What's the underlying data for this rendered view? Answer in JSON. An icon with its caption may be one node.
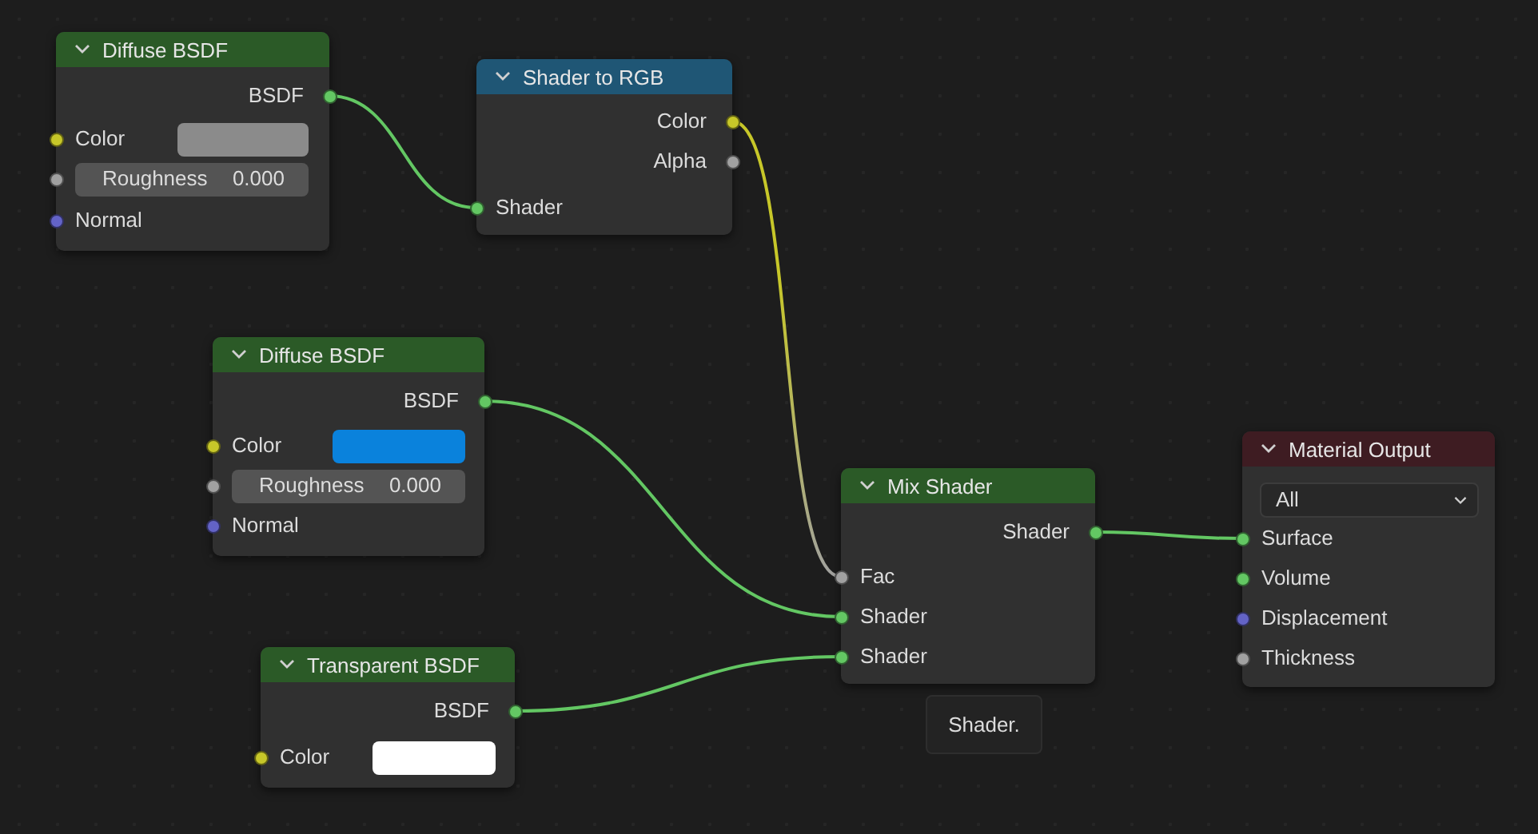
{
  "diagram": {
    "nodes": [
      {
        "text": [
          "Diffuse BSDF",
          "BSDF",
          "Color",
          "Roughness",
          "0.000",
          "Normal"
        ]
      },
      {
        "text": [
          "Shader to RGB",
          "Color",
          "Alpha",
          "Shader"
        ]
      },
      {
        "text": [
          "Diffuse BSDF",
          "BSDF",
          "Color",
          "Roughness",
          "0.000",
          "Normal"
        ]
      },
      {
        "text": [
          "Transparent BSDF",
          "BSDF",
          "Color"
        ]
      },
      {
        "text": [
          "Mix Shader",
          "Shader",
          "Fac",
          "Shader",
          "Shader"
        ]
      },
      {
        "text": [
          "Material Output",
          "All",
          "Surface",
          "Volume",
          "Displacement",
          "Thickness"
        ]
      },
      {
        "text": [
          "Shader."
        ]
      }
    ],
    "edges": [
      {
        "from": 0,
        "to": 1,
        "arrow": "none"
      },
      {
        "from": 1,
        "to": 4,
        "arrow": "none",
        "color": "#c7c729"
      },
      {
        "from": 2,
        "to": 4,
        "arrow": "none"
      },
      {
        "from": 3,
        "to": 4,
        "arrow": "none"
      },
      {
        "from": 4,
        "to": 5,
        "arrow": "none"
      }
    ]
  }
}
